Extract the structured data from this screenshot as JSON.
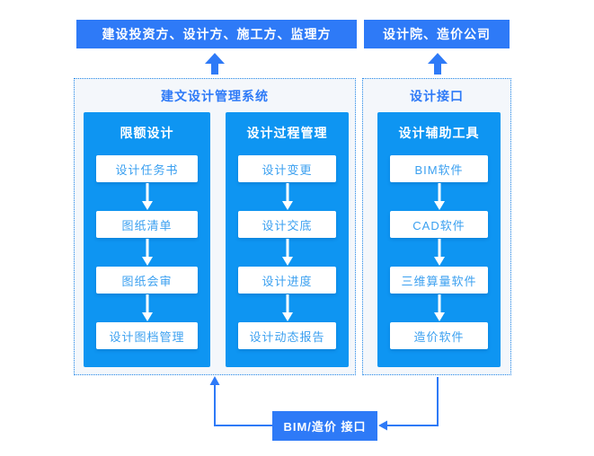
{
  "palette": {
    "primary_blue": "#2E7AF7",
    "column_blue": "#0E95F2",
    "container_bg": "#F4F7FB",
    "border_blue": "#2287E8",
    "item_text_blue": "#3BA0F0"
  },
  "top_banners": [
    {
      "label": "建设投资方、设计方、施工方、监理方"
    },
    {
      "label": "设计院、造价公司"
    }
  ],
  "containers": [
    {
      "title": "建文设计管理系统",
      "columns": [
        {
          "header": "限额设计",
          "items": [
            "设计任务书",
            "图纸清单",
            "图纸会审",
            "设计图档管理"
          ]
        },
        {
          "header": "设计过程管理",
          "items": [
            "设计变更",
            "设计交底",
            "设计进度",
            "设计动态报告"
          ]
        }
      ]
    },
    {
      "title": "设计接口",
      "columns": [
        {
          "header": "设计辅助工具",
          "items": [
            "BIM软件",
            "CAD软件",
            "三维算量软件",
            "造价软件"
          ]
        }
      ]
    }
  ],
  "bottom_box": {
    "label": "BIM/造价 接口"
  }
}
